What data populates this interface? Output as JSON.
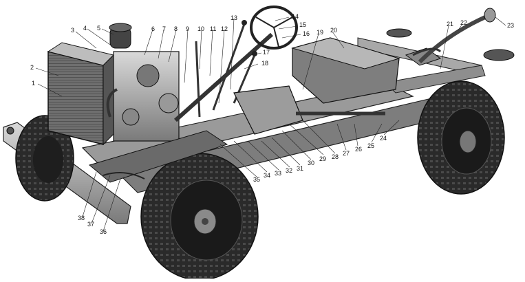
{
  "callouts": [
    {
      "id": "1",
      "text": "1"
    },
    {
      "id": "2",
      "text": "2"
    },
    {
      "id": "3",
      "text": "3"
    },
    {
      "id": "4",
      "text": "4"
    },
    {
      "id": "5",
      "text": "5"
    },
    {
      "id": "6",
      "text": "6"
    },
    {
      "id": "7",
      "text": "7"
    },
    {
      "id": "8",
      "text": "8"
    },
    {
      "id": "9",
      "text": "9"
    },
    {
      "id": "10",
      "text": "10"
    },
    {
      "id": "11",
      "text": "11"
    },
    {
      "id": "12",
      "text": "12"
    },
    {
      "id": "13",
      "text": "13"
    },
    {
      "id": "14",
      "text": "14"
    },
    {
      "id": "15",
      "text": "15"
    },
    {
      "id": "16",
      "text": "16"
    },
    {
      "id": "17",
      "text": "17"
    },
    {
      "id": "18",
      "text": "18"
    },
    {
      "id": "19",
      "text": "19"
    },
    {
      "id": "20",
      "text": "20"
    },
    {
      "id": "21",
      "text": "21"
    },
    {
      "id": "22",
      "text": "22"
    },
    {
      "id": "23",
      "text": "23"
    },
    {
      "id": "24",
      "text": "24"
    },
    {
      "id": "25",
      "text": "25"
    },
    {
      "id": "26",
      "text": "26"
    },
    {
      "id": "27",
      "text": "27"
    },
    {
      "id": "28",
      "text": "28"
    },
    {
      "id": "29",
      "text": "29"
    },
    {
      "id": "30",
      "text": "30"
    },
    {
      "id": "31",
      "text": "31"
    },
    {
      "id": "32",
      "text": "32"
    },
    {
      "id": "33",
      "text": "33"
    },
    {
      "id": "34",
      "text": "34"
    },
    {
      "id": "35",
      "text": "35"
    },
    {
      "id": "36",
      "text": "36"
    },
    {
      "id": "37",
      "text": "37"
    },
    {
      "id": "38",
      "text": "38"
    }
  ],
  "colors": {
    "ink": "#111111",
    "tire": "#2a2a2a",
    "tire_dark": "#151515",
    "metal": "#8c8c8c",
    "metal_light": "#c9c9c9",
    "paper": "#ffffff"
  }
}
